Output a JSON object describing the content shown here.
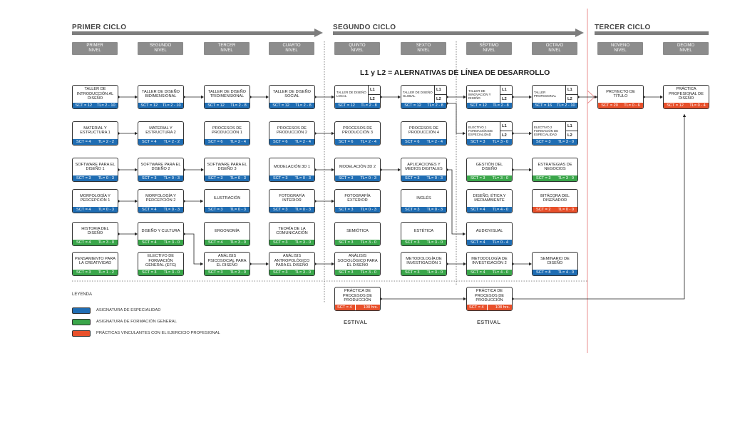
{
  "cycles": [
    "PRIMER CICLO",
    "SEGUNDO CICLO",
    "TERCER CICLO"
  ],
  "levels": [
    [
      "PRIMER",
      "NIVEL"
    ],
    [
      "SEGUNDO",
      "NIVEL"
    ],
    [
      "TERCER",
      "NIVEL"
    ],
    [
      "CUARTO",
      "NIVEL"
    ],
    [
      "QUINTO",
      "NIVEL"
    ],
    [
      "SEXTO",
      "NIVEL"
    ],
    [
      "SÉPTIMO",
      "NIVEL"
    ],
    [
      "OCTAVO",
      "NIVEL"
    ],
    [
      "NOVENO",
      "NIVEL"
    ],
    [
      "DECIMO",
      "NIVEL"
    ]
  ],
  "subtitle": "L1 y L2 = ALERNATIVAS DE LÍNEA DE DESARROLLO",
  "category_colors": {
    "blue": "#1f6db3",
    "green": "#3aa64a",
    "orange": "#e8502b"
  },
  "courses": [
    {
      "id": "c11",
      "name": "TALLER DE INTRODUCCIÓN AL DISEÑO",
      "sct": "SCT = 12",
      "tl": "TL= 2 - 10",
      "type": "blue"
    },
    {
      "id": "c12",
      "name": "MATERIAL Y ESTRUCTURA 1",
      "sct": "SCT = 4",
      "tl": "TL= 2 - 2",
      "type": "blue"
    },
    {
      "id": "c13",
      "name": "SOFTWARE PARA EL DISEÑO 1",
      "sct": "SCT = 3",
      "tl": "TL= 0 - 3",
      "type": "blue"
    },
    {
      "id": "c14",
      "name": "MORFOLOGÍA Y PERCEPCIÓN 1",
      "sct": "SCT = 4",
      "tl": "TL= 0 - 3",
      "type": "blue"
    },
    {
      "id": "c15",
      "name": "HISTORIA DEL DISEÑO",
      "sct": "SCT = 4",
      "tl": "TL= 3 - 0",
      "type": "green"
    },
    {
      "id": "c16",
      "name": "PENSAMIENTO PARA LA CREATIVIDAD",
      "sct": "SCT = 3",
      "tl": "TL= 1 - 2",
      "type": "green"
    },
    {
      "id": "c21",
      "name": "TALLER DE DISEÑO BIDIMENSIONAL",
      "sct": "SCT = 12",
      "tl": "TL= 2 - 10",
      "type": "blue"
    },
    {
      "id": "c22",
      "name": "MATERIAL Y ESTRUCTURA 2",
      "sct": "SCT = 4",
      "tl": "TL= 2 - 2",
      "type": "blue"
    },
    {
      "id": "c23",
      "name": "SOFTWARE PARA EL DISEÑO 2",
      "sct": "SCT = 3",
      "tl": "TL= 0 - 3",
      "type": "blue"
    },
    {
      "id": "c24",
      "name": "MORFOLOGÍA Y PERCEPCIÓN 2",
      "sct": "SCT = 4",
      "tl": "TL= 0 - 3",
      "type": "blue"
    },
    {
      "id": "c25",
      "name": "DISEÑO Y CULTURA",
      "sct": "SCT = 4",
      "tl": "TL= 3 - 0",
      "type": "green"
    },
    {
      "id": "c26",
      "name": "ELECTIVO DE FORMACIÓN GENERAL (EFG)",
      "sct": "SCT = 3",
      "tl": "TL= 3 - 0",
      "type": "green"
    },
    {
      "id": "c31",
      "name": "TALLER DE DISEÑO TRIDIMENSIONAL",
      "sct": "SCT = 12",
      "tl": "TL= 2 - 8",
      "type": "blue"
    },
    {
      "id": "c32",
      "name": "PROCESOS DE PRODUCCIÓN 1",
      "sct": "SCT = 6",
      "tl": "TL= 2 - 4",
      "type": "blue"
    },
    {
      "id": "c33",
      "name": "SOFTWARE PARA EL DISEÑO 3",
      "sct": "SCT = 3",
      "tl": "TL= 0 - 3",
      "type": "blue"
    },
    {
      "id": "c34",
      "name": "ILUSTRACIÓN",
      "sct": "SCT = 3",
      "tl": "TL= 0 - 3",
      "type": "blue"
    },
    {
      "id": "c35",
      "name": "ERGONOMÍA",
      "sct": "SCT = 4",
      "tl": "TL= 3 - 0",
      "type": "green"
    },
    {
      "id": "c36",
      "name": "ANÁLISIS PSICOSOCIAL PARA EL DISEÑO",
      "sct": "SCT = 3",
      "tl": "TL= 3 - 0",
      "type": "green"
    },
    {
      "id": "c41",
      "name": "TALLER DE DISEÑO SOCIAL",
      "sct": "SCT = 12",
      "tl": "TL= 2 - 8",
      "type": "blue"
    },
    {
      "id": "c42",
      "name": "PROCESOS DE PRODUCCIÓN 2",
      "sct": "SCT = 6",
      "tl": "TL= 2 - 4",
      "type": "blue"
    },
    {
      "id": "c43",
      "name": "MODELACIÓN 3D 1",
      "sct": "SCT = 3",
      "tl": "TL= 0 - 3",
      "type": "blue"
    },
    {
      "id": "c44",
      "name": "FOTOGRAFÍA INTERIOR",
      "sct": "SCT = 3",
      "tl": "TL= 0 - 3",
      "type": "blue"
    },
    {
      "id": "c45",
      "name": "TEORÍA DE LA COMUNICACIÓN",
      "sct": "SCT = 3",
      "tl": "TL= 3 - 0",
      "type": "green"
    },
    {
      "id": "c46",
      "name": "ANÁLISIS ANTROPOLÓGICO PARA EL DISEÑO",
      "sct": "SCT = 3",
      "tl": "TL= 3 - 0",
      "type": "green"
    },
    {
      "id": "c51",
      "name": "TALLER DE DISEÑO LOCAL",
      "sct": "SCT = 12",
      "tl": "TL= 2 - 8",
      "type": "blue",
      "split": true
    },
    {
      "id": "c52",
      "name": "PROCESOS DE PRODUCCIÓN 3",
      "sct": "SCT = 6",
      "tl": "TL= 2 - 4",
      "type": "blue"
    },
    {
      "id": "c53",
      "name": "MODELACIÓN 3D 2",
      "sct": "SCT = 3",
      "tl": "TL= 0 - 3",
      "type": "blue"
    },
    {
      "id": "c54",
      "name": "FOTOGRAFÍA EXTERIOR",
      "sct": "SCT = 3",
      "tl": "TL= 0 - 3",
      "type": "blue"
    },
    {
      "id": "c55",
      "name": "SEMIÓTICA",
      "sct": "SCT = 3",
      "tl": "TL= 3 - 0",
      "type": "green"
    },
    {
      "id": "c56",
      "name": "ANÁLISIS SOCIOLÓGICO PARA EL DISEÑO",
      "sct": "SCT = 3",
      "tl": "TL= 3 - 0",
      "type": "green"
    },
    {
      "id": "c61",
      "name": "TALLER DE DISEÑO GLOBAL",
      "sct": "SCT = 12",
      "tl": "TL= 2 - 8",
      "type": "blue",
      "split": true
    },
    {
      "id": "c62",
      "name": "PROCESOS DE PRODUCCIÓN 4",
      "sct": "SCT = 6",
      "tl": "TL= 2 - 4",
      "type": "blue"
    },
    {
      "id": "c63",
      "name": "APLICACIONES Y MEDIOS DIGITALES",
      "sct": "SCT = 3",
      "tl": "TL= 0 - 3",
      "type": "blue"
    },
    {
      "id": "c64",
      "name": "INGLÉS",
      "sct": "SCT = 3",
      "tl": "TL= 0 - 3",
      "type": "blue"
    },
    {
      "id": "c65",
      "name": "ESTÉTICA",
      "sct": "SCT = 3",
      "tl": "TL= 3 - 0",
      "type": "green"
    },
    {
      "id": "c66",
      "name": "METODOLOGÍA DE INVESTIGACIÓN 1",
      "sct": "SCT = 3",
      "tl": "TL= 3 - 0",
      "type": "green"
    },
    {
      "id": "c71",
      "name": "TALLER DE INNOVACIÓN Y DISEÑO",
      "sct": "SCT = 12",
      "tl": "TL= 2 - 8",
      "type": "blue",
      "split": true
    },
    {
      "id": "c72",
      "name": "ELECTIVO 1 FORMACIÓN DE ESPECIALIDAD",
      "sct": "SCT = 3",
      "tl": "TL= 3 - 0",
      "type": "blue",
      "split": true
    },
    {
      "id": "c73",
      "name": "GESTIÓN DEL DISEÑO",
      "sct": "SCT = 3",
      "tl": "TL= 3 - 0",
      "type": "green"
    },
    {
      "id": "c74",
      "name": "DISEÑO, ÉTICA Y MEDIAMBIENTE",
      "sct": "SCT = 4",
      "tl": "TL= 4 - 0",
      "type": "blue"
    },
    {
      "id": "c75",
      "name": "AUDIOVISUAL",
      "sct": "SCT = 4",
      "tl": "TL= 0 - 4",
      "type": "blue"
    },
    {
      "id": "c76",
      "name": "METODOLOGÍA DE INVESTIGACIÓN 2",
      "sct": "SCT = 4",
      "tl": "TL= 4 - 0",
      "type": "green"
    },
    {
      "id": "c81",
      "name": "TALLER PROFESIONAL",
      "sct": "SCT = 16",
      "tl": "TL= 2 - 10",
      "type": "blue",
      "split": true
    },
    {
      "id": "c82",
      "name": "ELECTIVO 2 FORMACIÓN DE ESPECIALIDAD",
      "sct": "SCT = 3",
      "tl": "TL= 3 - 0",
      "type": "blue",
      "split": true
    },
    {
      "id": "c83",
      "name": "ESTRATEGIAS DE NEGOCIOS",
      "sct": "SCT = 3",
      "tl": "TL= 3 - 0",
      "type": "green"
    },
    {
      "id": "c84",
      "name": "BITÁCORA DEL DISEÑADOR",
      "sct": "SCT = 2",
      "tl": "TL= 0 - 0",
      "type": "orange"
    },
    {
      "id": "c86",
      "name": "SEMINARIO DE DISEÑO",
      "sct": "SCT = 8",
      "tl": "TL= 4 - 0",
      "type": "blue"
    },
    {
      "id": "c91",
      "name": "PROYECTO DE TÍTULO",
      "sct": "SCT = 20",
      "tl": "TL= 0 - 6",
      "type": "orange"
    },
    {
      "id": "c101",
      "name": "PRÁCTICA PROFESIONAL DE DISEÑO",
      "sct": "SCT = 12",
      "tl": "TL= 0 - 4",
      "type": "orange"
    },
    {
      "id": "p1",
      "name": "PRÁCTICA DE PROCESOS DE PRODUCCIÓN",
      "sct": "SCT = 4",
      "tl": "108 hrs.",
      "type": "orange",
      "prac": true
    },
    {
      "id": "p2",
      "name": "PRÁCTICA DE PROCESOS DE PRODUCCIÓN",
      "sct": "SCT = 4",
      "tl": "108 hrs.",
      "type": "orange",
      "prac": true
    }
  ],
  "split_labels": {
    "l1": "L1",
    "l2": "L2"
  },
  "estival": "ESTIVAL",
  "legend": {
    "title": "LEYENDA",
    "items": [
      {
        "label": "ASIGNATURA DE ESPECIALIDAD",
        "color": "#1f6db3"
      },
      {
        "label": "ASIGNATURA DE FORMACIÓN GENERAL",
        "color": "#3aa64a"
      },
      {
        "label": "PRÁCTICAS VINCULANTES CON EL EJERCICIO PROFESIONAL",
        "color": "#e8502b"
      }
    ]
  }
}
